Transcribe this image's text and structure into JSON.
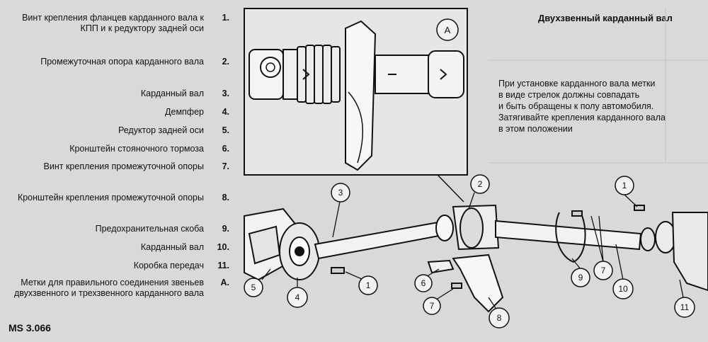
{
  "legend": [
    {
      "num": "1.",
      "text": "Винт крепления фланцев карданного вала к КПП и к редуктору задней оси"
    },
    {
      "num": "2.",
      "text": "Промежуточная опора карданного вала"
    },
    {
      "num": "3.",
      "text": "Карданный вал"
    },
    {
      "num": "4.",
      "text": "Демпфер"
    },
    {
      "num": "5.",
      "text": "Редуктор задней оси"
    },
    {
      "num": "6.",
      "text": "Кронштейн стояночного тормоза"
    },
    {
      "num": "7.",
      "text": "Винт крепления промежуточной опоры"
    },
    {
      "num": "8.",
      "text": "Кронштейн крепления промежуточной опоры"
    },
    {
      "num": "9.",
      "text": "Предохранительная скоба"
    },
    {
      "num": "10.",
      "text": "Карданный вал"
    },
    {
      "num": "11.",
      "text": "Коробка передач"
    },
    {
      "num": "A.",
      "text": "Метки для правильного соединения звеньев двухзвенного и трехзвенного карданного вала"
    }
  ],
  "code": "MS 3.066",
  "title": "Двухзвенный карданный вал",
  "note": [
    "При установке карданного вала метки",
    "в виде стрелок должны совпадать",
    "и быть обращены к полу автомобиля.",
    "Затягивайте крепления карданного вала",
    "в этом положении"
  ],
  "callouts": {
    "c1a": "1",
    "c1b": "1",
    "c2": "2",
    "c3": "3",
    "c4": "4",
    "c5": "5",
    "c6": "6",
    "c7a": "7",
    "c7b": "7",
    "c8": "8",
    "c9": "9",
    "c10": "10",
    "c11": "11",
    "cA": "A"
  }
}
